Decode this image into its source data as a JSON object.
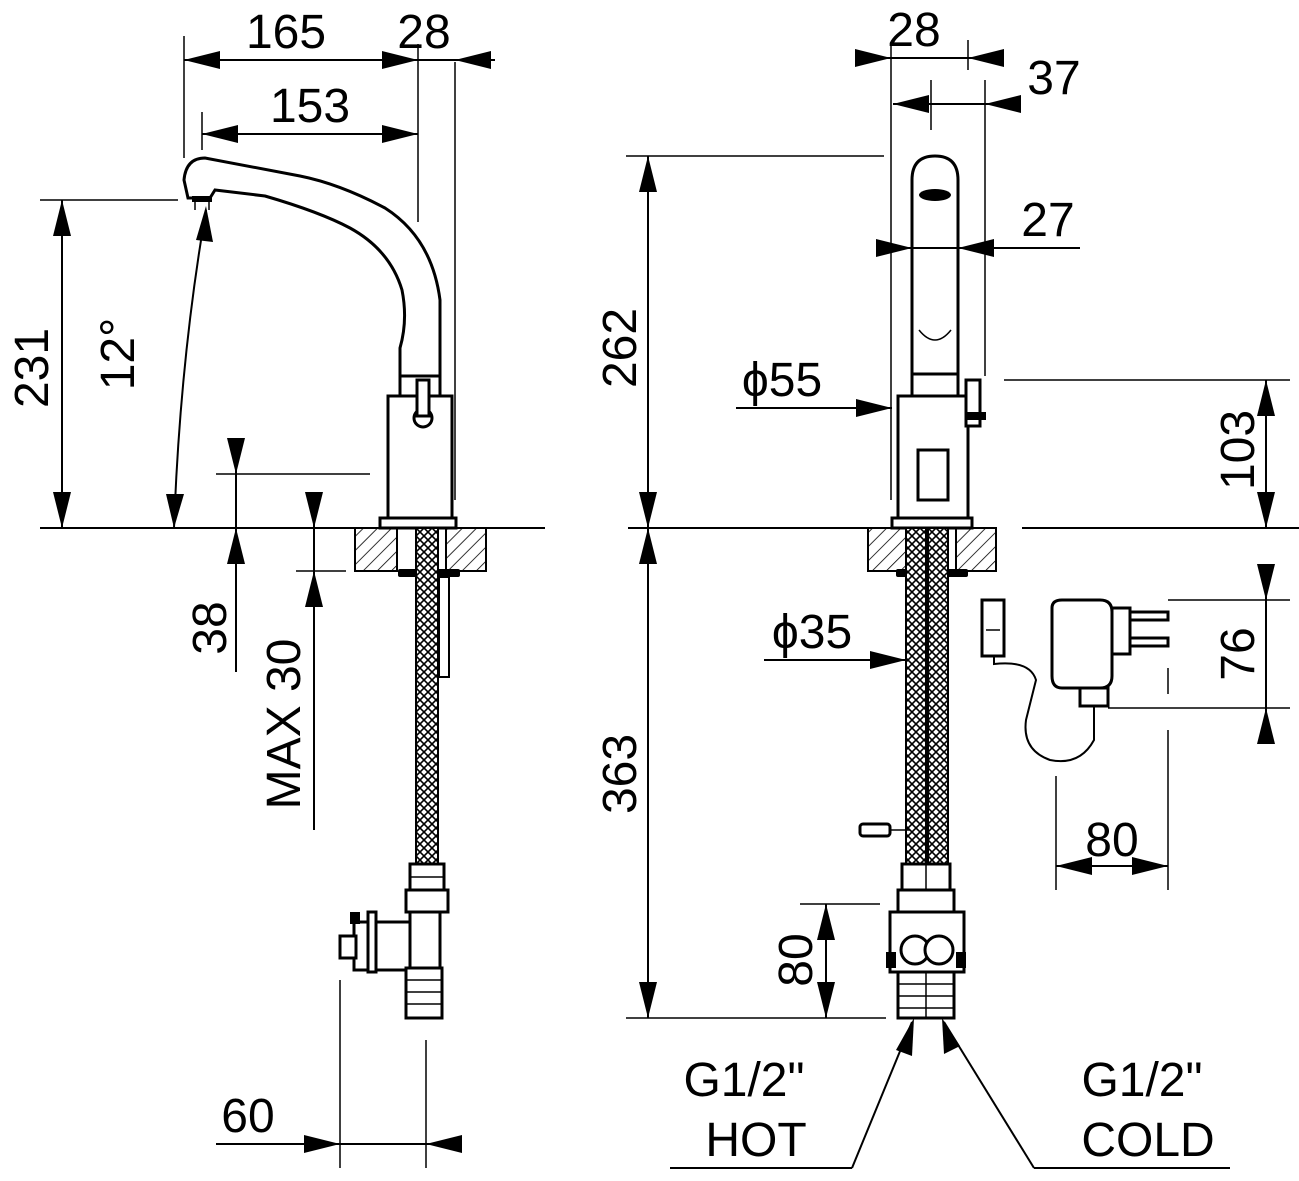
{
  "side_view": {
    "dims": {
      "width_total": "165",
      "width_body": "28",
      "reach": "153",
      "height": "231",
      "angle": "12°",
      "thickness": "38",
      "max_thickness": "MAX 30",
      "valve_offset": "60"
    }
  },
  "front_view": {
    "dims": {
      "body_width": "28",
      "sensor_offset": "37",
      "spout_width": "27",
      "body_diameter": "ϕ55",
      "total_height": "262",
      "body_height": "103",
      "hole_diameter": "ϕ35",
      "hose_length": "363",
      "valve_height": "80",
      "adapter_height": "76",
      "adapter_width": "80"
    },
    "connections": {
      "hot_thread": "G1/2\"",
      "hot_label": "HOT",
      "cold_thread": "G1/2\"",
      "cold_label": "COLD"
    }
  }
}
